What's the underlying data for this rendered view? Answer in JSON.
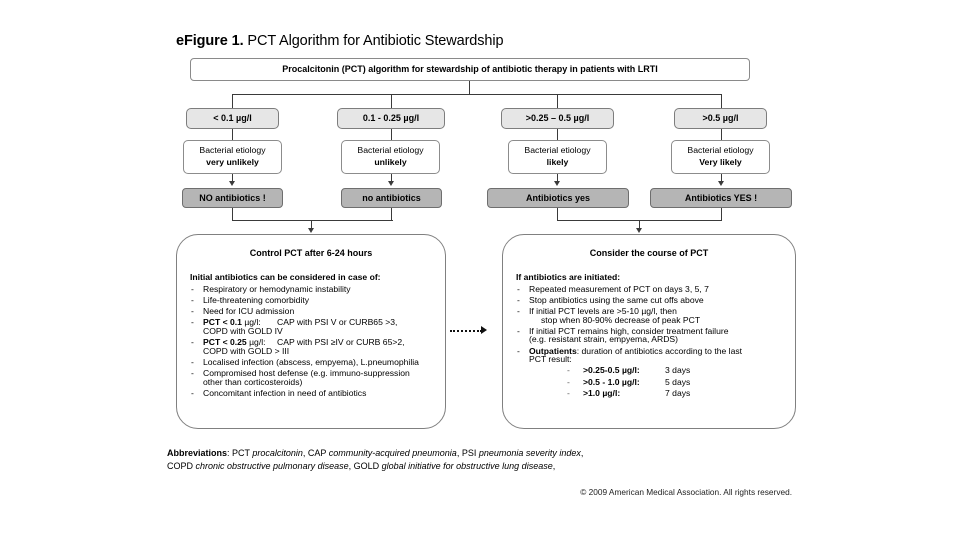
{
  "figure": {
    "label": "eFigure 1.",
    "title": " PCT Algorithm for Antibiotic Stewardship",
    "header_box": "Procalcitonin (PCT) algorithm for stewardship of antibiotic therapy in patients with LRTI"
  },
  "columns": [
    {
      "threshold": "< 0.1 µg/l",
      "etiology_line1": "Bacterial etiology",
      "etiology_line2": "very unlikely",
      "antibiotics": "NO antibiotics !"
    },
    {
      "threshold": "0.1 - 0.25 µg/l",
      "etiology_line1": "Bacterial etiology",
      "etiology_line2": "unlikely",
      "antibiotics": "no  antibiotics"
    },
    {
      "threshold": ">0.25 – 0.5 µg/l",
      "etiology_line1": "Bacterial etiology",
      "etiology_line2": "likely",
      "antibiotics": "Antibiotics yes"
    },
    {
      "threshold": ">0.5 µg/l",
      "etiology_line1": "Bacterial etiology",
      "etiology_line2": "Very likely",
      "antibiotics": "Antibiotics YES !"
    }
  ],
  "left_panel": {
    "title": "Control PCT after 6-24 hours",
    "heading": "Initial antibiotics can be considered in case of:",
    "items": [
      "Respiratory or hemodynamic instability",
      "Life-threatening comorbidity",
      "Need for ICU admission"
    ],
    "rules": [
      {
        "key": "PCT < 0.1",
        "key_unit": " µg/l:",
        "value": "CAP with PSI V or CURB65 >3,",
        "value_cont": "COPD with GOLD IV"
      },
      {
        "key": "PCT < 0.25",
        "key_unit": " µg/l:",
        "value": "CAP with PSI ≥IV or CURB 65>2,",
        "value_cont": "COPD with GOLD > III"
      }
    ],
    "items_after": [
      "Localised infection (abscess, empyema), L.pneumophilia"
    ],
    "item_wrapped": {
      "line1": "Compromised host defense (e.g. immuno-suppression",
      "line2": "other than corticosteroids)"
    },
    "items_last": [
      "Concomitant infection in need of antibiotics"
    ]
  },
  "right_panel": {
    "title": "Consider the course of PCT",
    "heading": "If  antibiotics are initiated:",
    "items": [
      "Repeated measurement of PCT on days 3, 5, 7",
      "Stop antibiotics using the same cut offs above"
    ],
    "item_wrapped_1": {
      "line1": "If initial PCT levels are >5-10 µg/l, then",
      "line2": "stop when 80-90% decrease of peak PCT"
    },
    "item_wrapped_2": {
      "line1": "If initial PCT remains high, consider treatment failure",
      "line2": "(e.g. resistant strain, empyema, ARDS)"
    },
    "outpatients": {
      "label": "Outpatients",
      "text": ": duration of antibiotics according to the last",
      "text_cont": "PCT result:",
      "rows": [
        {
          "range": ">0.25-0.5 µg/l:",
          "duration": "3 days"
        },
        {
          "range": ">0.5 - 1.0 µg/l:",
          "duration": "5 days"
        },
        {
          "range": ">1.0 µg/l:",
          "duration": "7 days"
        }
      ]
    }
  },
  "footer": {
    "abbrev_label": "Abbreviations",
    "abbrev_line1_a": ": PCT ",
    "abbrev_line1_b": "procalcitonin",
    "abbrev_line1_c": ", CAP ",
    "abbrev_line1_d": "community-acquired pneumonia",
    "abbrev_line1_e": ", PSI ",
    "abbrev_line1_f": "pneumonia severity index",
    "abbrev_line1_g": ",",
    "abbrev_line2_a": "COPD ",
    "abbrev_line2_b": "chronic obstructive pulmonary disease",
    "abbrev_line2_c": ", GOLD ",
    "abbrev_line2_d": "global initiative for obstructive lung disease",
    "abbrev_line2_e": ",",
    "copyright": "© 2009 American Medical Association. All rights reserved."
  }
}
